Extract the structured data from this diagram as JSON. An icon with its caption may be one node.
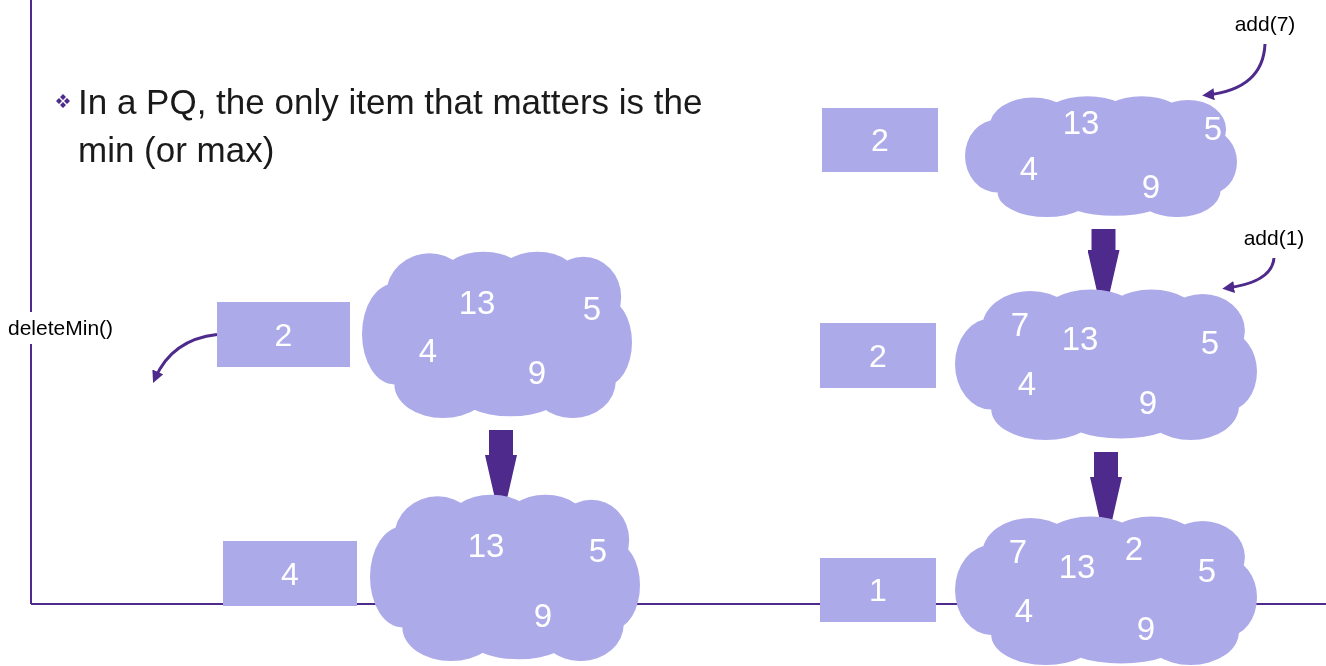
{
  "diagram": {
    "nodes": [
      {
        "text": [
          "add(7)"
        ]
      },
      {
        "text": [
          "2"
        ]
      },
      {
        "text": [
          "13",
          "5",
          "4",
          "9"
        ]
      },
      {
        "text": [
          "add(1)"
        ]
      },
      {
        "text": [
          "2"
        ]
      },
      {
        "text": [
          "13",
          "5",
          "4",
          "9"
        ]
      },
      {
        "text": [
          "2"
        ]
      },
      {
        "text": [
          "7",
          "13",
          "5",
          "4",
          "9"
        ]
      },
      {
        "text": [
          "4"
        ]
      },
      {
        "text": [
          "13",
          "5",
          "9"
        ]
      },
      {
        "text": [
          "1"
        ]
      },
      {
        "text": [
          "7",
          "13",
          "2",
          "5",
          "4",
          "9"
        ]
      }
    ],
    "edges": [
      {
        "from": 0,
        "to": 2,
        "arrow": "to"
      },
      {
        "from": 2,
        "to": 7,
        "arrow": "to",
        "style": "thick"
      },
      {
        "from": 3,
        "to": 7,
        "arrow": "to"
      },
      {
        "from": 4,
        "to": null,
        "arrow": "to"
      },
      {
        "from": 5,
        "to": 9,
        "arrow": "to",
        "style": "thick"
      },
      {
        "from": 7,
        "to": 11,
        "arrow": "to",
        "style": "thick"
      }
    ],
    "labels": [
      "In a PQ, the only item that matters is the min (or max)",
      "deleteMin()"
    ]
  }
}
